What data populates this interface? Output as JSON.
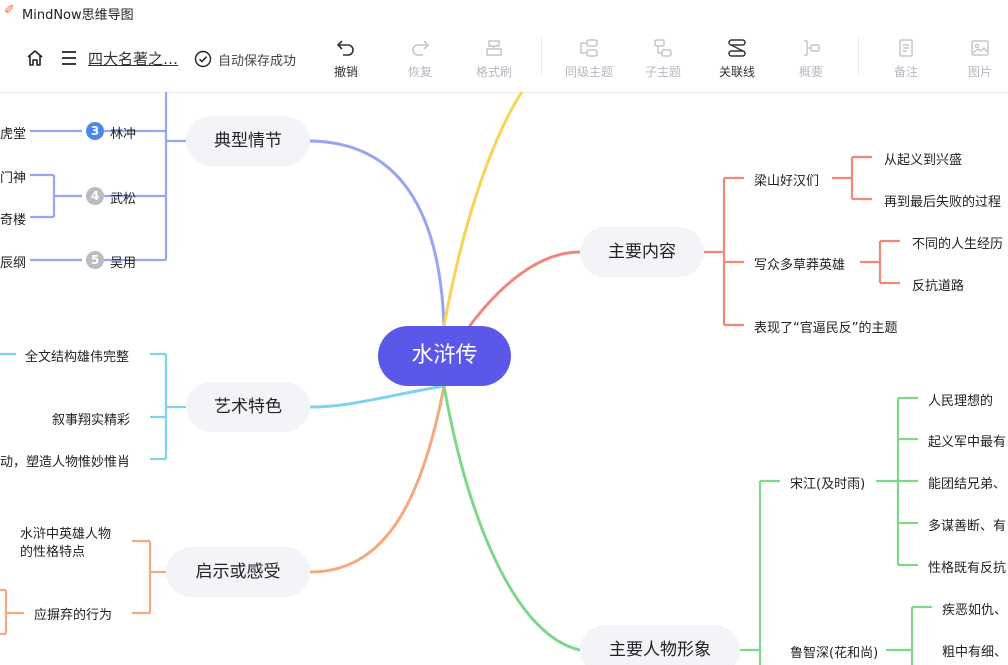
{
  "window": {
    "title": "MindNow思维导图"
  },
  "toolbar": {
    "doc_title": "四大名著之…",
    "autosave": "自动保存成功",
    "tools": [
      {
        "label": "撤销",
        "icon": "undo-icon"
      },
      {
        "label": "恢复",
        "icon": "redo-icon"
      },
      {
        "label": "格式刷",
        "icon": "format-brush-icon"
      },
      {
        "label": "同级主题",
        "icon": "sibling-topic-icon"
      },
      {
        "label": "子主题",
        "icon": "child-topic-icon"
      },
      {
        "label": "关联线",
        "icon": "relation-line-icon"
      },
      {
        "label": "概要",
        "icon": "summary-icon"
      },
      {
        "label": "备注",
        "icon": "note-icon"
      },
      {
        "label": "图片",
        "icon": "image-icon"
      }
    ]
  },
  "mindmap": {
    "root": "水浒传",
    "colors": {
      "root": "#5b57e8",
      "typical": "#98a6f2",
      "art": "#7fd3ec",
      "insight": "#f4a97e",
      "content": "#f0887a",
      "people": "#7fd88a",
      "top": "#f7d35a"
    },
    "typical": {
      "label": "典型情节",
      "items": [
        {
          "num": "3",
          "name": "林冲",
          "leaf": "虎堂"
        },
        {
          "num": "4",
          "name": "武松",
          "leaves": [
            "门神",
            "奇楼"
          ]
        },
        {
          "num": "5",
          "name": "吴用",
          "leaf": "辰纲"
        }
      ]
    },
    "art": {
      "label": "艺术特色",
      "items": [
        "全文结构雄伟完整",
        "叙事翔实精彩",
        "动，塑造人物惟妙惟肖"
      ]
    },
    "insight": {
      "label": "启示或感受",
      "items": [
        "水浒中英雄人物",
        "的性格特点",
        "应摒弃的行为"
      ]
    },
    "content": {
      "label": "主要内容",
      "groups": [
        {
          "name": "梁山好汉们",
          "items": [
            "从起义到兴盛",
            "再到最后失败的过程"
          ]
        },
        {
          "name": "写众多草莽英雄",
          "items": [
            "不同的人生经历",
            "反抗道路"
          ]
        },
        {
          "name": "表现了“官逼民反”的主题",
          "items": []
        }
      ]
    },
    "people": {
      "label": "主要人物形象",
      "groups": [
        {
          "name": "宋江(及时雨)",
          "items": [
            "人民理想的",
            "起义军中最有",
            "能团结兄弟、",
            "多谋善断、有",
            "性格既有反抗"
          ]
        },
        {
          "name": "鲁智深(花和尚)",
          "items": [
            "疾恶如仇、",
            "粗中有细、"
          ]
        }
      ]
    }
  }
}
